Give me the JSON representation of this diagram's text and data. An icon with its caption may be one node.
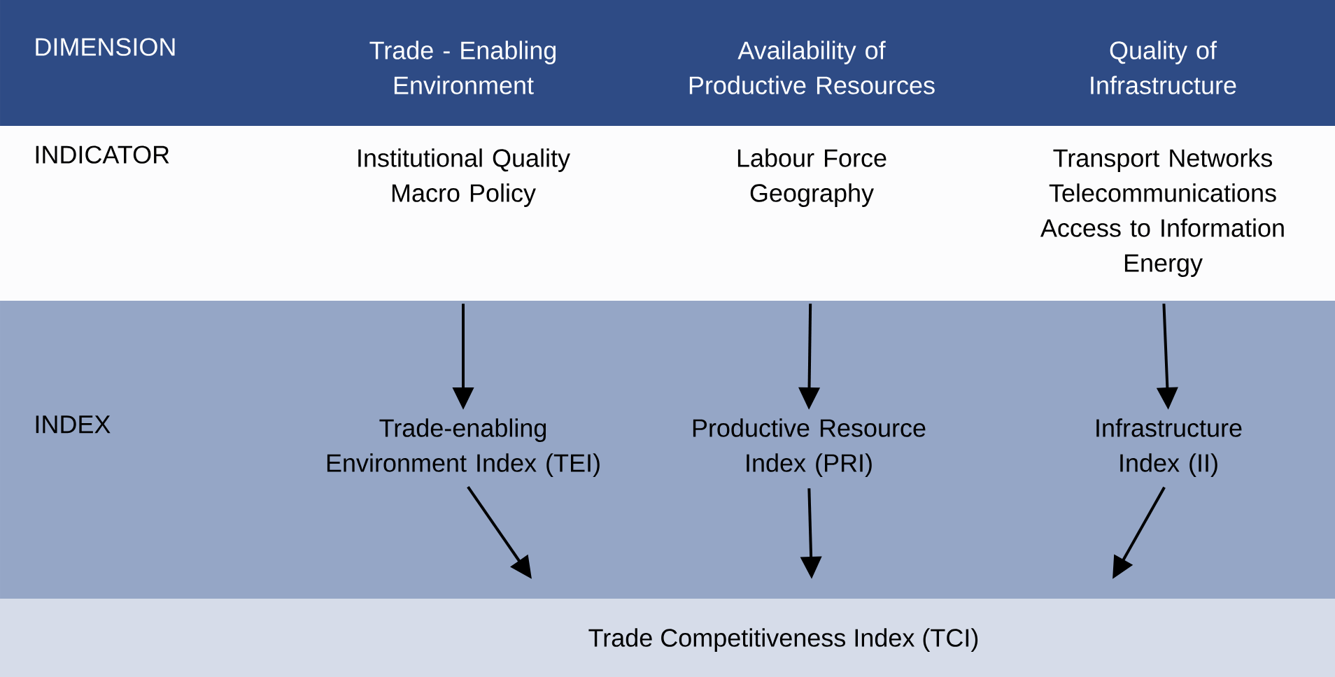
{
  "diagram": {
    "nodes": [
      {
        "text": [
          "DIMENSION"
        ]
      },
      {
        "text": [
          "Trade - Enabling Environment"
        ],
        "in": 0
      },
      {
        "text": [
          "Availability of Productive Resources"
        ],
        "in": 0
      },
      {
        "text": [
          "Quality of Infrastructure"
        ],
        "in": 0
      },
      {
        "text": [
          "INDICATOR"
        ]
      },
      {
        "text": [
          "Institutional Quality",
          "Macro Policy"
        ]
      },
      {
        "text": [
          "Labour Force",
          "Geography"
        ]
      },
      {
        "text": [
          "Transport Networks",
          "Telecommunications",
          "Access to Information",
          "Energy"
        ]
      },
      {
        "text": [
          "INDEX"
        ]
      },
      {
        "text": [
          "Trade-enabling Environment Index (TEI)"
        ],
        "in": 8
      },
      {
        "text": [
          "Productive Resource Index (PRI)"
        ],
        "in": 8
      },
      {
        "text": [
          "Infrastructure Index (II)"
        ],
        "in": 8
      },
      {
        "text": [
          "Trade Competitiveness Index (TCI)"
        ]
      }
    ],
    "edges": [
      {
        "from": 5,
        "to": 9,
        "arrow": "to"
      },
      {
        "from": 6,
        "to": 10,
        "arrow": "to"
      },
      {
        "from": 7,
        "to": 11,
        "arrow": "to"
      },
      {
        "from": 9,
        "to": 12,
        "arrow": "to"
      },
      {
        "from": 10,
        "to": 12,
        "arrow": "to"
      },
      {
        "from": 11,
        "to": 12,
        "arrow": "to"
      }
    ]
  }
}
